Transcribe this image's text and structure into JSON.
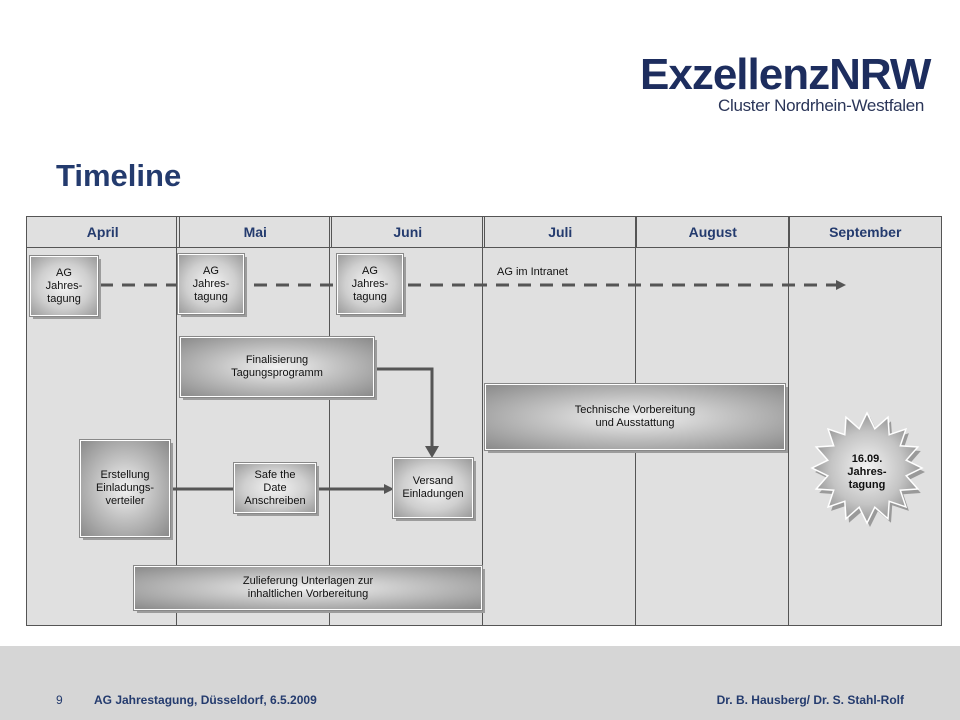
{
  "logo": {
    "word1": "Exzellenz",
    "word2": "NRW",
    "subtitle": "Cluster Nordrhein-Westfalen"
  },
  "title": "Timeline",
  "months": [
    "April",
    "Mai",
    "Juni",
    "Juli",
    "August",
    "September"
  ],
  "milestones": {
    "ag1": "AG\nJahres-\ntagung",
    "ag2": "AG\nJahres-\ntagung",
    "ag3": "AG\nJahres-\ntagung",
    "intranet": "AG im Intranet"
  },
  "tasks": {
    "finalisierung": "Finalisierung\nTagungsprogramm",
    "technische": "Technische Vorbereitung\nund Ausstattung",
    "erstellung": "Erstellung\nEinladungs-\nverteiler",
    "safe_the_date": "Safe the\nDate\nAnschreiben",
    "versand": "Versand\nEinladungen",
    "zulieferung": "Zulieferung Unterlagen zur\ninhaltlichen Vorbereitung"
  },
  "event": "16.09.\nJahres-\ntagung",
  "footer": {
    "page": "9",
    "left": "AG Jahrestagung, Düsseldorf, 6.5.2009",
    "right": "Dr. B. Hausberg/ Dr. S. Stahl-Rolf"
  }
}
